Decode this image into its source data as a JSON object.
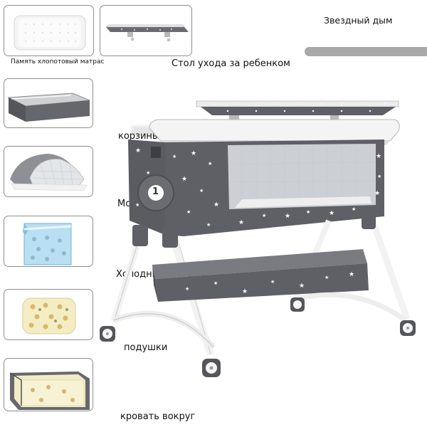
{
  "header": {
    "title": "Звездный дым",
    "subtitle": "Стол ухода за ребенком"
  },
  "accessories": {
    "mattress": "Память хлопотовый матрас",
    "baskets": "корзины",
    "mosquito_net": "Москитные сетки",
    "cool_seat": "Холодный сиденье",
    "pillow": "подушки",
    "bed_surround": "кровать вокруг"
  },
  "product": {
    "dial_number": "1"
  },
  "colors": {
    "frame_gray": "#5d5e64",
    "accent_bar": "#a9a9a9",
    "border": "#8e8e8e",
    "pillow_yellow": "#f3ecc2",
    "seat_blue": "#a7d3ea"
  }
}
